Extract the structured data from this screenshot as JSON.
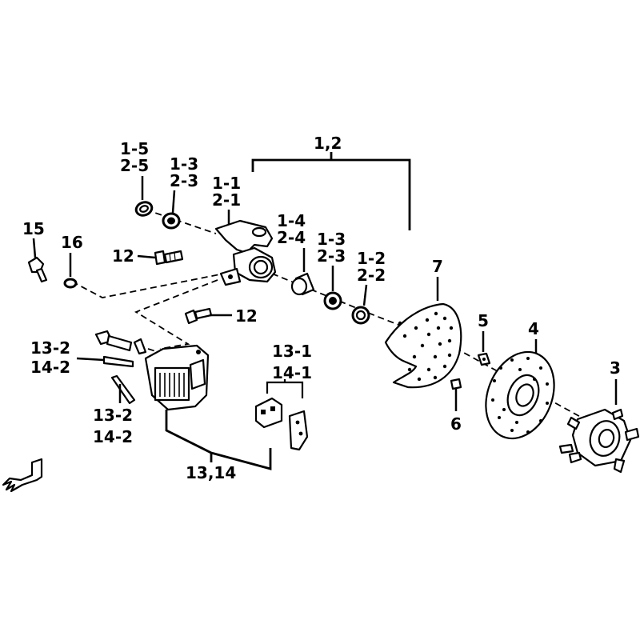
{
  "labels": {
    "group_1_2": "1,2",
    "part_1_5": "1-5",
    "part_2_5": "2-5",
    "part_1_3_top": "1-3",
    "part_2_3_top": "2-3",
    "part_1_1": "1-1",
    "part_2_1": "2-1",
    "part_15": "15",
    "part_16": "16",
    "part_12_top": "12",
    "part_1_4": "1-4",
    "part_2_4": "2-4",
    "part_1_3_mid": "1-3",
    "part_2_3_mid": "2-3",
    "part_1_2": "1-2",
    "part_2_2": "2-2",
    "part_7": "7",
    "part_12_bottom": "12",
    "part_5": "5",
    "part_4": "4",
    "part_3": "3",
    "part_6": "6",
    "part_13_1": "13-1",
    "part_14_1": "14-1",
    "part_13_2_top": "13-2",
    "part_14_2_top": "14-2",
    "part_13_2_bottom": "13-2",
    "part_14_2_bottom": "14-2",
    "group_13_14": "13,14"
  },
  "icons": {
    "front_direction": "front-arrow-icon"
  }
}
